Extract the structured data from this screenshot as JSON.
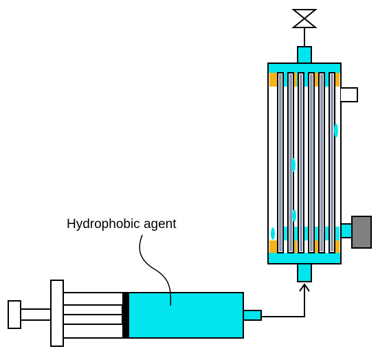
{
  "diagram": {
    "label": "Hydrophobic agent",
    "colors": {
      "liquid": "#00e5ee",
      "seal": "#f5b319",
      "outline": "#000000",
      "fiber": "#8b98b2",
      "valve_cap": "#808080",
      "plunger_tip": "#000000",
      "background": "#ffffff"
    },
    "components": [
      "syringe",
      "hollow-fiber-membrane-module",
      "outlet-valve",
      "side-port-cap",
      "connecting-tube"
    ]
  }
}
